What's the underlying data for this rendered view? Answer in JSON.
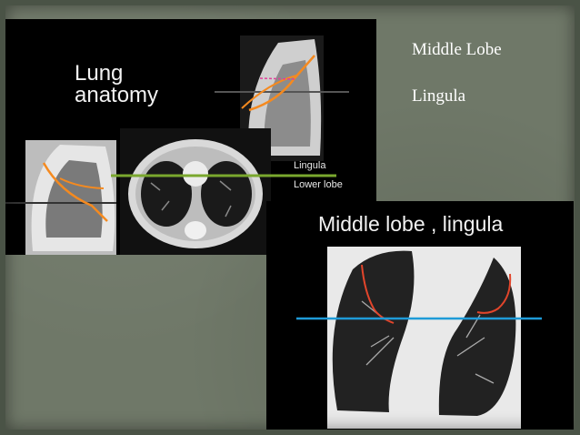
{
  "side_text": {
    "item1": "Middle Lobe",
    "item2": "Lingula"
  },
  "panel1": {
    "title_line1": "Lung",
    "title_line2": "anatomy",
    "label_lingula": "Lingula",
    "label_lower": "Lower lobe"
  },
  "panel2": {
    "title": "Middle lobe , lingula"
  }
}
